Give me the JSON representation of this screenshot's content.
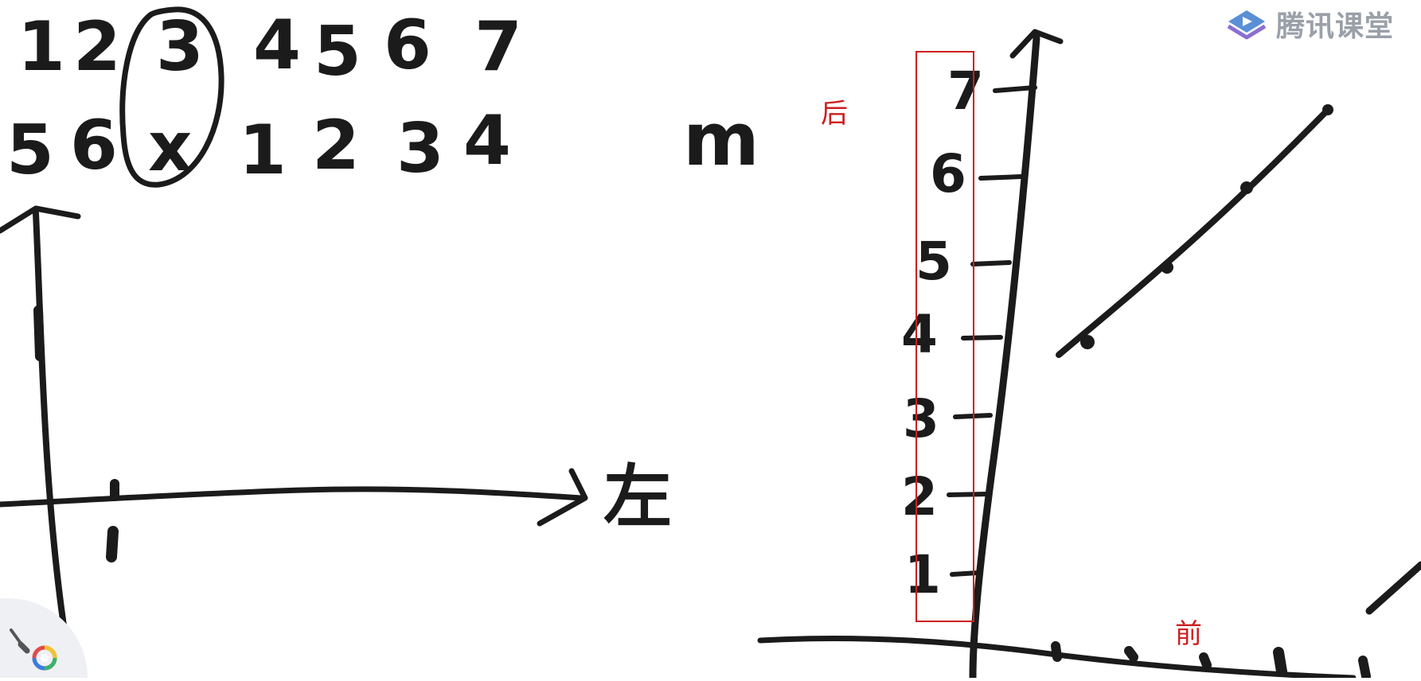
{
  "board": {
    "row1": [
      "1",
      "2",
      "3",
      "4",
      "5",
      "6",
      "7"
    ],
    "row2": [
      "5",
      "6",
      "x",
      "1",
      "2",
      "3",
      "4"
    ],
    "m_label": "m",
    "xaxis_label": "左",
    "y_ticks": [
      "7",
      "6",
      "5",
      "4",
      "3",
      "2",
      "1"
    ],
    "label_top": "后",
    "label_bottom": "前"
  },
  "logo": {
    "text": "腾讯课堂"
  },
  "colors": {
    "ink": "#1b1b1b",
    "annotation": "#cc1f1f",
    "logo": "#9aa0a8"
  }
}
